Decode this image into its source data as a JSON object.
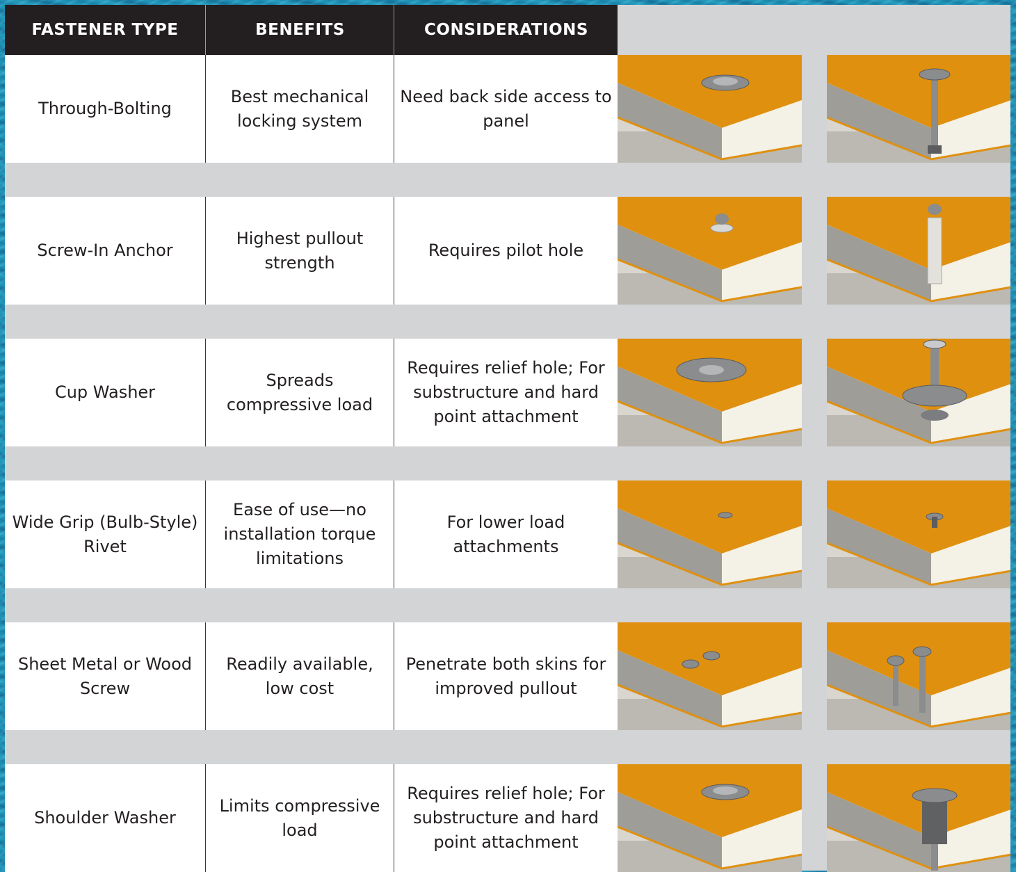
{
  "header": {
    "col1": "FASTENER TYPE",
    "col2": "BENEFITS",
    "col3": "CONSIDERATIONS"
  },
  "rows": [
    {
      "type": "Through-Bolting",
      "benefits": "Best mechanical locking system",
      "considerations": "Need back side access to panel",
      "image_top_icon": "washer-screw-head-icon",
      "image_section_icon": "through-bolt-cutaway-icon"
    },
    {
      "type": "Screw-In Anchor",
      "benefits": "Highest pullout strength",
      "considerations": "Requires pilot hole",
      "image_top_icon": "anchor-screw-head-icon",
      "image_section_icon": "screw-in-anchor-cutaway-icon"
    },
    {
      "type": "Cup Washer",
      "benefits": "Spreads compressive load",
      "considerations": "Requires relief hole; For substructure and hard point attachment",
      "image_top_icon": "cup-washer-head-icon",
      "image_section_icon": "cup-washer-exploded-icon"
    },
    {
      "type": "Wide Grip (Bulb-Style) Rivet",
      "benefits": "Ease of use—no installation torque limitations",
      "considerations": "For lower load attachments",
      "image_top_icon": "rivet-head-icon",
      "image_section_icon": "rivet-cutaway-icon"
    },
    {
      "type": "Sheet Metal or Wood Screw",
      "benefits": "Readily available, low cost",
      "considerations": "Penetrate both skins for improved pullout",
      "image_top_icon": "two-screw-heads-icon",
      "image_section_icon": "two-screws-cutaway-icon"
    },
    {
      "type": "Shoulder Washer",
      "benefits": "Limits compressive load",
      "considerations": "Requires relief hole; For substructure and hard point attachment",
      "image_top_icon": "shoulder-washer-head-icon",
      "image_section_icon": "shoulder-washer-cutaway-icon"
    }
  ],
  "colors": {
    "header_bg": "#231f20",
    "header_text": "#ffffff",
    "cell_bg": "#ffffff",
    "spacer_gray": "#d3d4d6",
    "panel_skin_orange": "#e0900f",
    "panel_core_white": "#f4f1e6",
    "panel_side_gray": "#9e9d97",
    "water_blue": "#1c8db5"
  }
}
